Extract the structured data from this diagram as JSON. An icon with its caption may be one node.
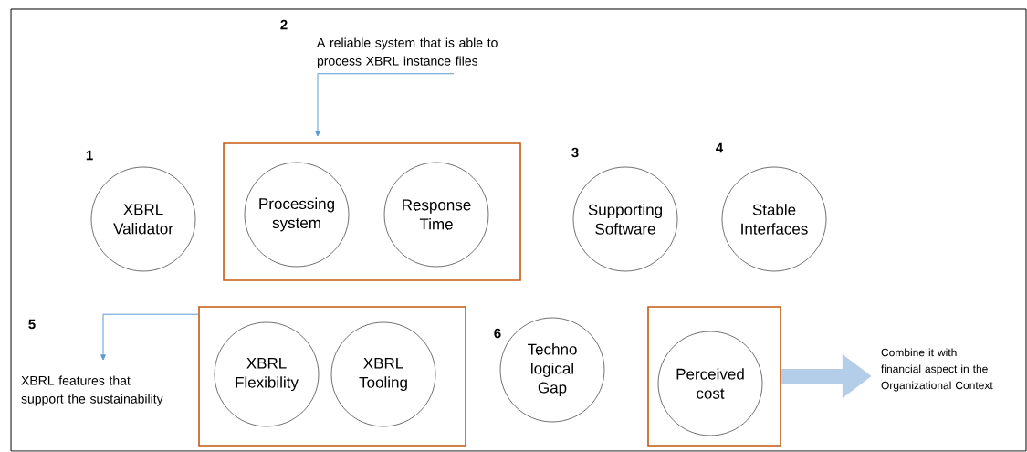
{
  "diagram": {
    "nodes": [
      {
        "text": [
          "A reliable system that is able to process XBRL instance files"
        ]
      },
      {
        "text": [
          "XBRL Validator"
        ]
      },
      {
        "text": [],
        "shape": "box"
      },
      {
        "text": [
          "Processing system"
        ],
        "in": 2
      },
      {
        "text": [
          "Response Time"
        ],
        "in": 2
      },
      {
        "text": [
          "Supporting Software"
        ]
      },
      {
        "text": [
          "Stable Interfaces"
        ]
      },
      {
        "text": [
          "XBRL features that support the sustainability"
        ]
      },
      {
        "text": [],
        "shape": "box"
      },
      {
        "text": [
          "XBRL Flexibility"
        ],
        "in": 8
      },
      {
        "text": [
          "XBRL Tooling"
        ],
        "in": 8
      },
      {
        "text": [
          "Techno logical Gap"
        ]
      },
      {
        "text": [],
        "shape": "box"
      },
      {
        "text": [
          "Perceived cost"
        ],
        "in": 12
      },
      {
        "text": [
          "Combine it with financial aspect in the Organizational Context"
        ]
      }
    ],
    "edges": [
      {
        "from": 0,
        "to": 2,
        "arrow": "to"
      },
      {
        "from": 8,
        "to": 7,
        "arrow": "to"
      },
      {
        "from": 12,
        "to": 14,
        "arrow": "to",
        "style": "thick",
        "color": "#b4cde8"
      }
    ],
    "labels": [
      "2",
      "1",
      "3",
      "4",
      "5",
      "6"
    ]
  }
}
